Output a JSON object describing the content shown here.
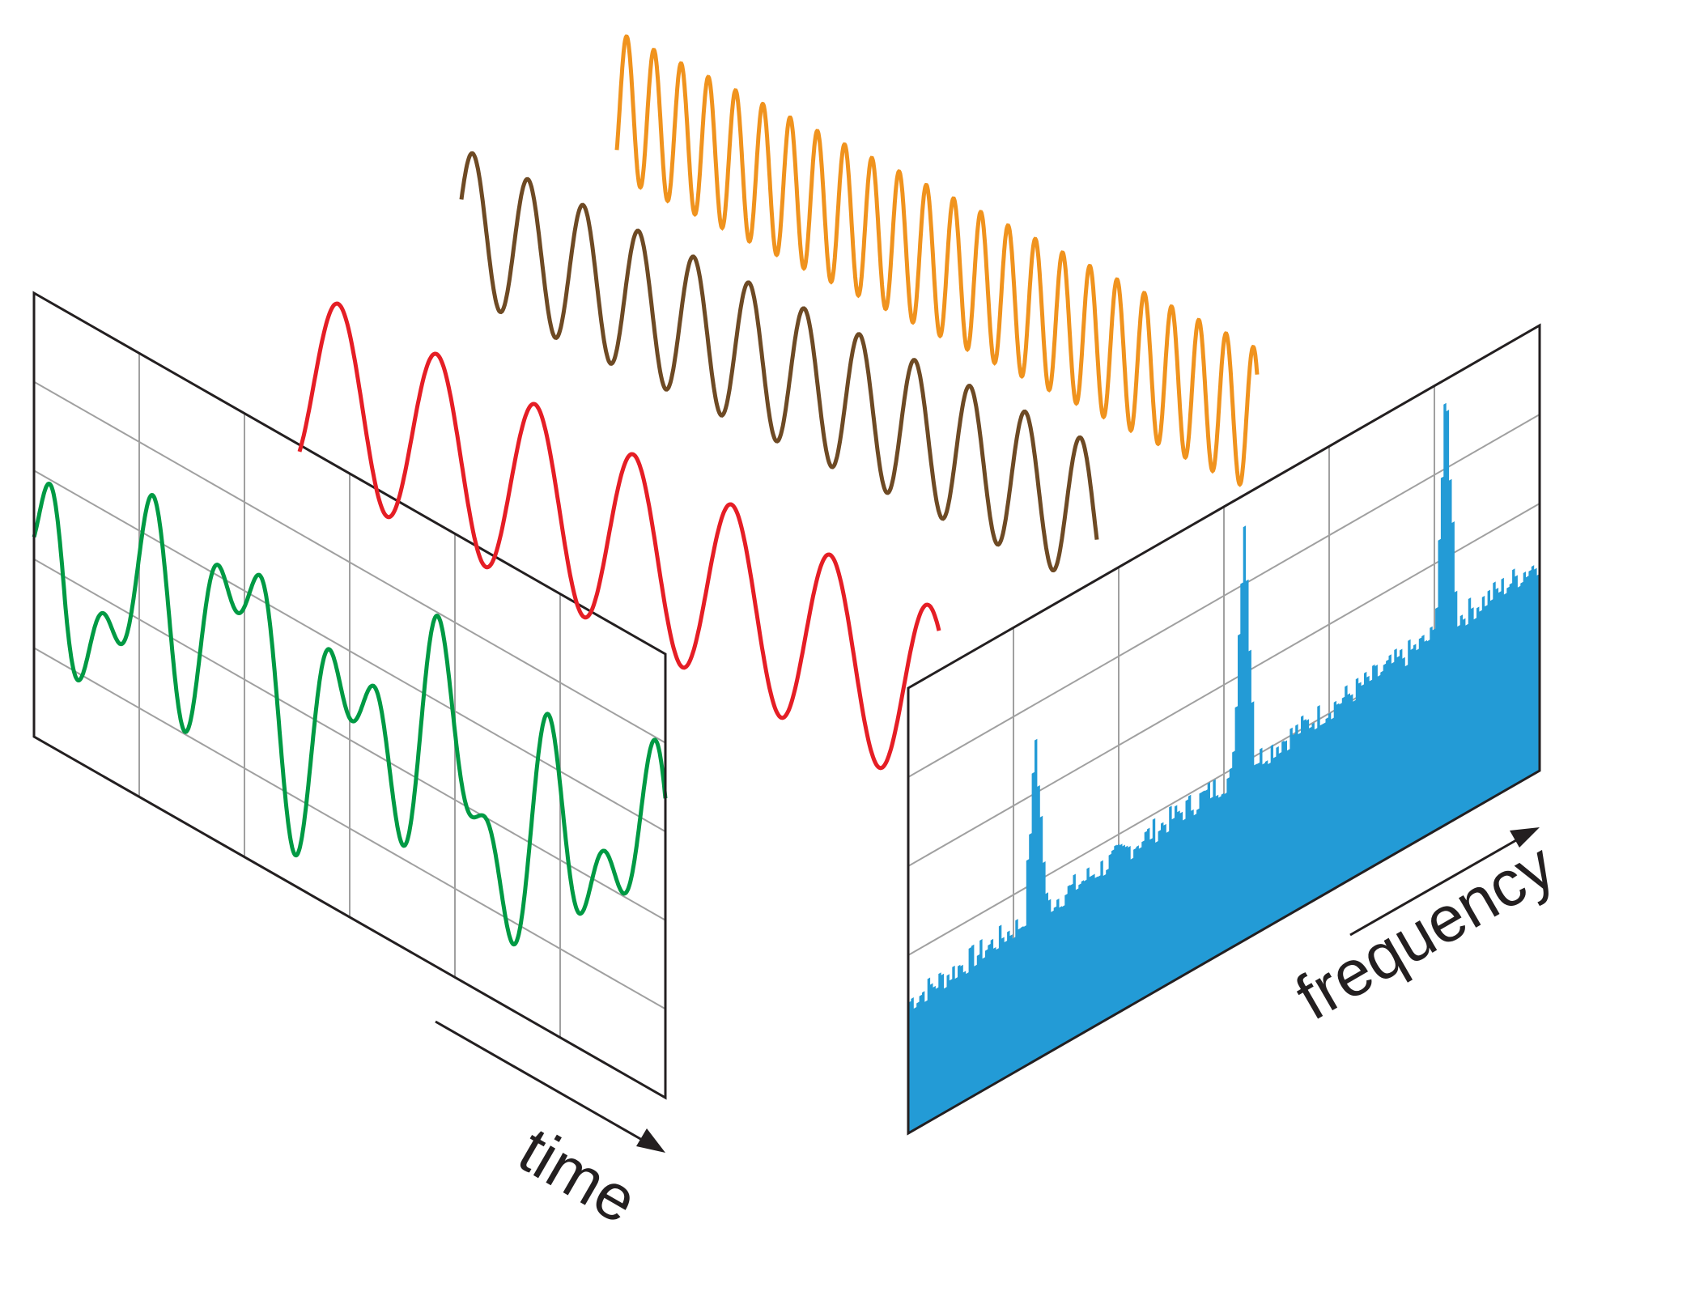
{
  "diagram": {
    "labels": {
      "time": "time",
      "frequency": "frequency"
    },
    "colors": {
      "time_signal": "#009a44",
      "wave_low": "#e51e25",
      "wave_mid": "#6e4a24",
      "wave_high": "#f0931e",
      "spectrum": "#239bd6",
      "frame": "#231f20",
      "grid": "#a0a0a0"
    },
    "components": [
      {
        "name": "wave-low",
        "cycles": 6.5
      },
      {
        "name": "wave-mid",
        "cycles": 11.5
      },
      {
        "name": "wave-high",
        "cycles": 23.5
      }
    ],
    "spectrum_peaks": [
      {
        "position": 0.2,
        "height": 0.4
      },
      {
        "position": 0.53,
        "height": 0.58
      },
      {
        "position": 0.85,
        "height": 0.55
      }
    ]
  }
}
